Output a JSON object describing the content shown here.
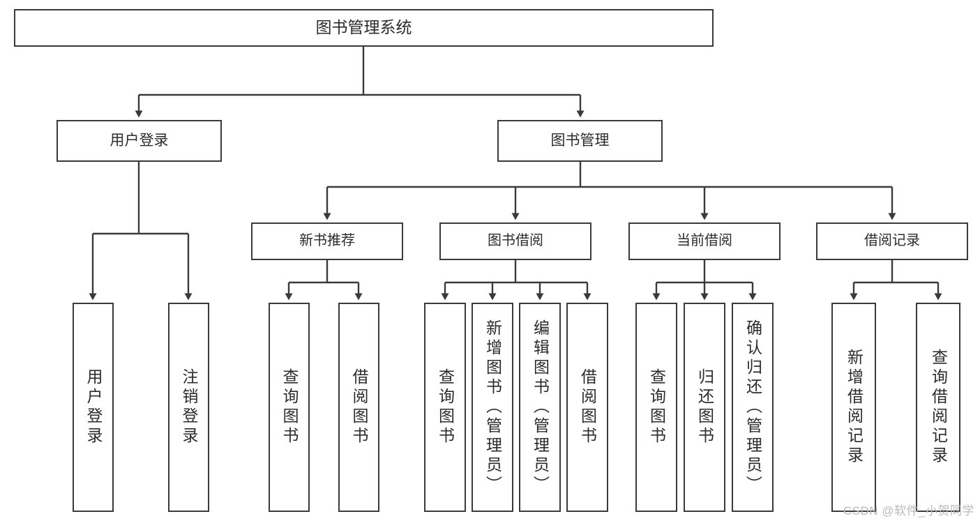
{
  "diagram": {
    "title": "图书管理系统",
    "type": "hierarchy-tree",
    "root": {
      "label": "图书管理系统"
    },
    "level1": [
      {
        "label": "用户登录"
      },
      {
        "label": "图书管理"
      }
    ],
    "level2": [
      {
        "label": "新书推荐"
      },
      {
        "label": "图书借阅"
      },
      {
        "label": "当前借阅"
      },
      {
        "label": "借阅记录"
      }
    ],
    "leaves": {
      "user_login": [
        {
          "label": "用户登录"
        },
        {
          "label": "注销登录"
        }
      ],
      "new_book_recommend": [
        {
          "label": "查询图书"
        },
        {
          "label": "借阅图书"
        }
      ],
      "book_borrow": [
        {
          "label": "查询图书"
        },
        {
          "label": "新增图书（管理员）"
        },
        {
          "label": "编辑图书（管理员）"
        },
        {
          "label": "借阅图书"
        }
      ],
      "current_borrow": [
        {
          "label": "查询图书"
        },
        {
          "label": "归还图书"
        },
        {
          "label": "确认归还（管理员）"
        }
      ],
      "borrow_record": [
        {
          "label": "新增借阅记录"
        },
        {
          "label": "查询借阅记录"
        }
      ]
    }
  },
  "watermark": {
    "text": "CSDN @软件_小贺同学"
  },
  "colors": {
    "box_border": "#3a3a3a",
    "box_fill": "#ffffff",
    "edge": "#3a3a3a",
    "text": "#2b2b2b",
    "watermark": "#b9b9b9"
  }
}
